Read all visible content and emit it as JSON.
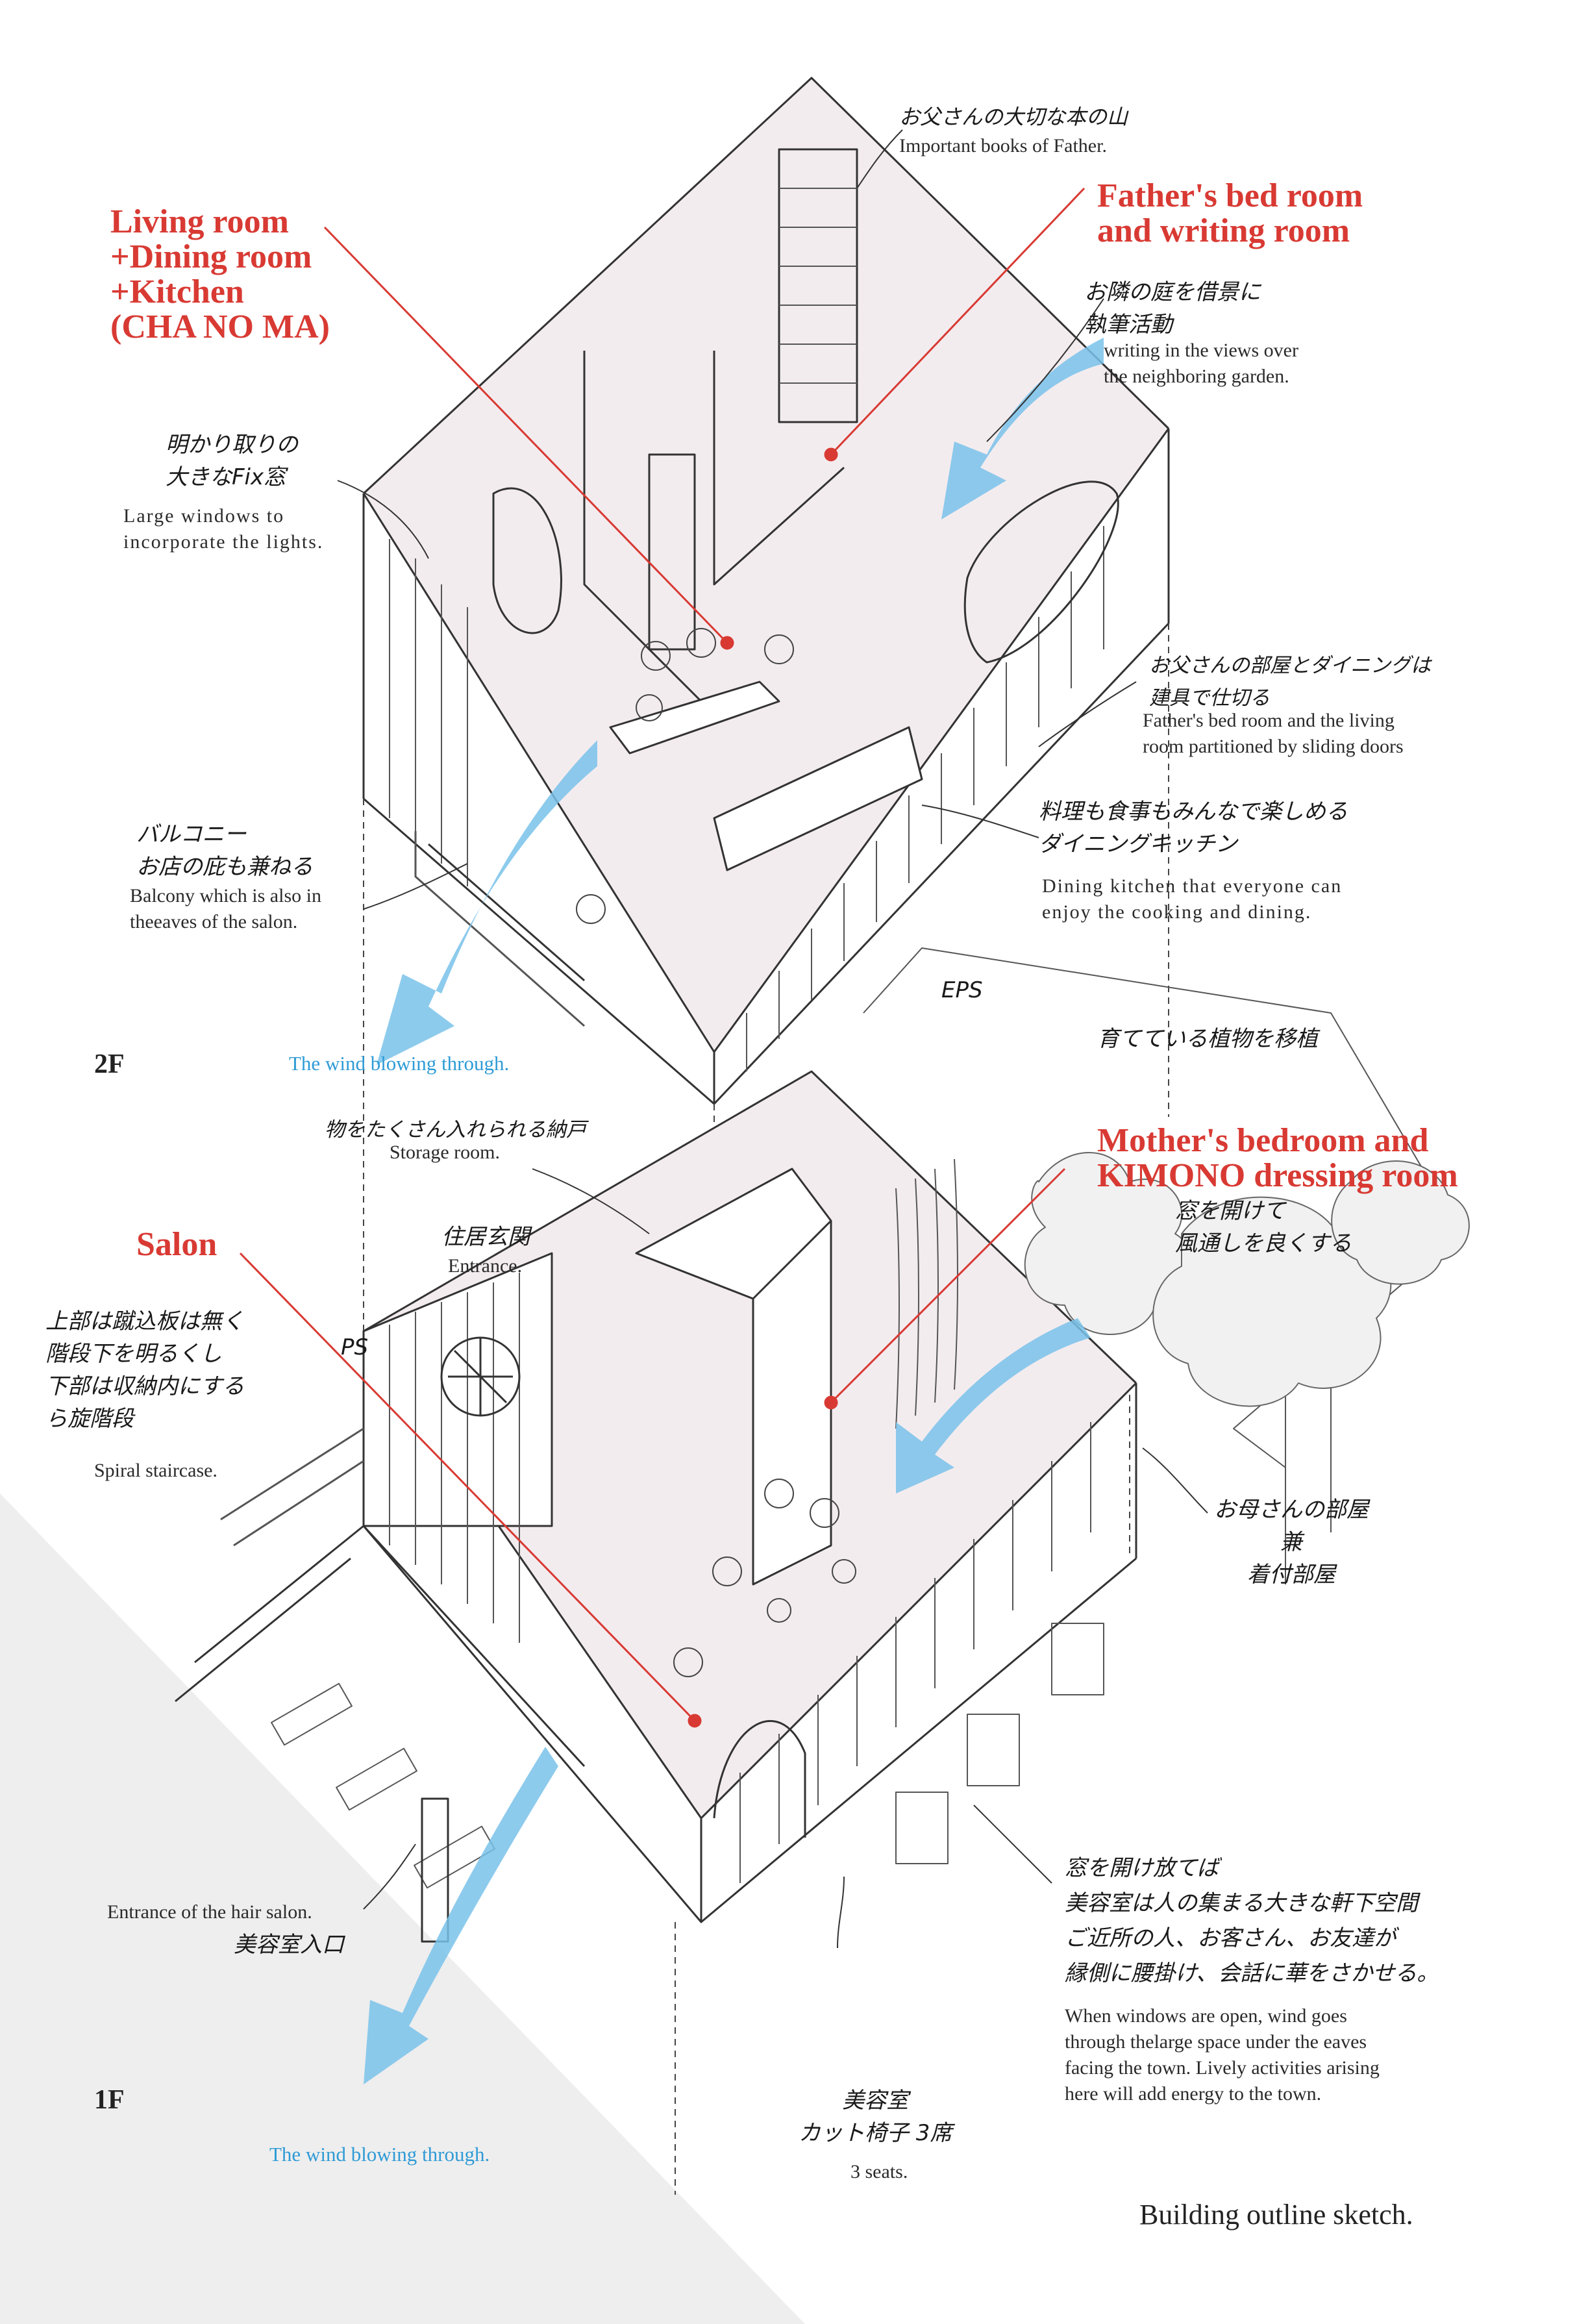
{
  "floors": {
    "second": "2F",
    "first": "1F"
  },
  "rooms": {
    "living": "Living room\n+Dining room\n+Kitchen\n(CHA NO MA)",
    "father": "Father's bed room\nand writing room",
    "salon": "Salon",
    "mother": "Mother's bedroom and\nKIMONO dressing room"
  },
  "notes_en": {
    "books": "Important books of Father.",
    "writing": "writing in the views over\nthe neighboring garden.",
    "windows": "Large windows to\nincorporate the lights.",
    "partition": "Father's bed room and the living\nroom partitioned by sliding doors",
    "balcony": "Balcony which is also in\ntheeaves of the salon.",
    "dining": "Dining kitchen that everyone can\nenjoy the cooking and dining.",
    "storage": "Storage room.",
    "entrance": "Entrance.",
    "spiral": "Spiral staircase.",
    "salon_entrance": "Entrance of the hair salon.",
    "seats": "3 seats.",
    "wind_open": "When windows are open, wind goes\nthrough thelarge space under the eaves\nfacing the town. Lively activities arising\nhere will add energy to the town."
  },
  "notes_jp": {
    "books": "お父さんの大切な本の山",
    "writing": "お隣の庭を借景に\n執筆活動",
    "windows": "明かり取りの\n大きなFix窓",
    "partition": "お父さんの部屋とダイニングは\n建具で仕切る",
    "balcony": "バルコニー\nお店の庇も兼ねる",
    "dining": "料理も食事もみんなで楽しめる\nダイニングキッチン",
    "storage": "物をたくさん入れられる納戸",
    "entrance": "住居玄関",
    "spiral": "上部は蹴込板は無く\n階段下を明るくし\n下部は収納内にする\nら旋階段",
    "salon_entrance": "美容室入口",
    "plants": "育てている植物を移植",
    "windvent": "窓を開けて\n風通しを良くする",
    "mother_room": "お母さんの部屋\n兼\n着付部屋",
    "wind_open": "窓を開け放てば\n美容室は人の集まる大きな軒下空間\nご近所の人、お客さん、お友達が\n縁側に腰掛け、会話に華をさかせる。",
    "salon_seats": "美容室\nカット椅子 3席",
    "eps": "EPS",
    "ps": "PS"
  },
  "wind_label": "The wind blowing through.",
  "caption": "Building outline sketch.",
  "colors": {
    "accent": "#d83a33",
    "wind": "#2f9bd6",
    "ink": "#222222",
    "floor_tint": "#efe7ea"
  }
}
